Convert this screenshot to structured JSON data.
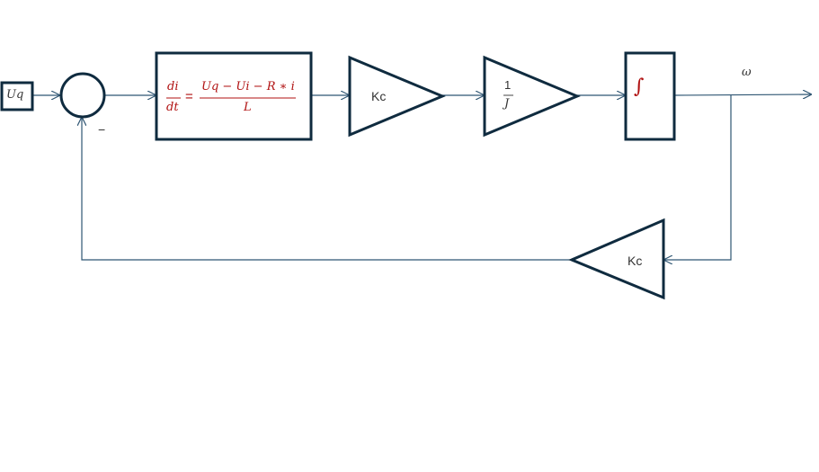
{
  "input": {
    "label": "Uq"
  },
  "summing_junction": {
    "sign": "−"
  },
  "equation": {
    "lhs_num": "di",
    "lhs_den": "dt",
    "equals": "=",
    "rhs_num": "Uq − Ui − R ∗ i",
    "rhs_den": "L"
  },
  "gain_forward": {
    "label": "Kc"
  },
  "inertia": {
    "num": "1",
    "den": "J"
  },
  "integrator": {
    "symbol": "∫"
  },
  "output": {
    "label": "ω"
  },
  "gain_feedback": {
    "label": "Kc"
  },
  "colors": {
    "block_stroke": "#0f2b3f",
    "line": "#2f5673",
    "equation": "#b01010"
  }
}
